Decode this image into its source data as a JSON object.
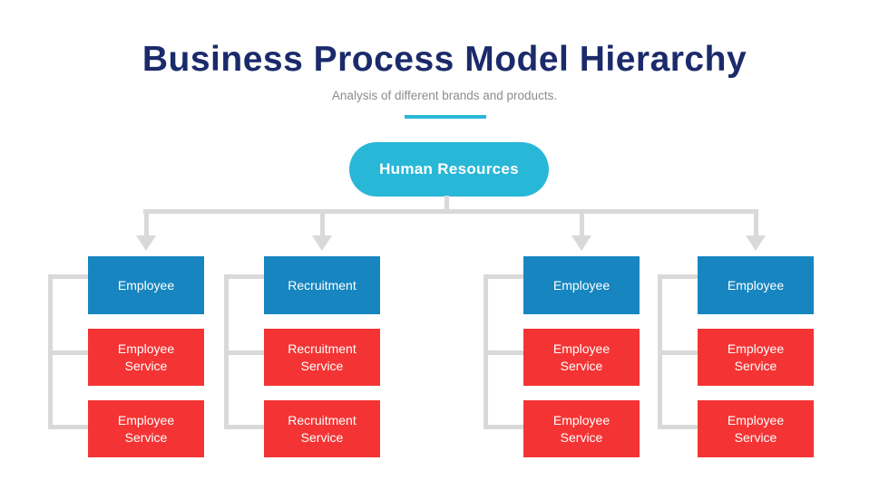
{
  "header": {
    "title": "Business Process Model Hierarchy",
    "subtitle": "Analysis of different brands and products."
  },
  "root": {
    "label": "Human Resources"
  },
  "columns": [
    {
      "header": "Employee",
      "children": [
        "Employee Service",
        "Employee Service"
      ]
    },
    {
      "header": "Recruitment",
      "children": [
        "Recruitment Service",
        "Recruitment Service"
      ]
    },
    {
      "header": "Employee",
      "children": [
        "Employee Service",
        "Employee Service"
      ]
    },
    {
      "header": "Employee",
      "children": [
        "Employee Service",
        "Employee Service"
      ]
    }
  ],
  "colors": {
    "title-navy": "#1b2a6b",
    "subtitle-gray": "#8c8c8c",
    "accent-cyan": "#29b7d8",
    "node-blue": "#1786c0",
    "node-red": "#f43434",
    "line-gray": "#d9d9d9",
    "node-text": "#ffffff"
  }
}
